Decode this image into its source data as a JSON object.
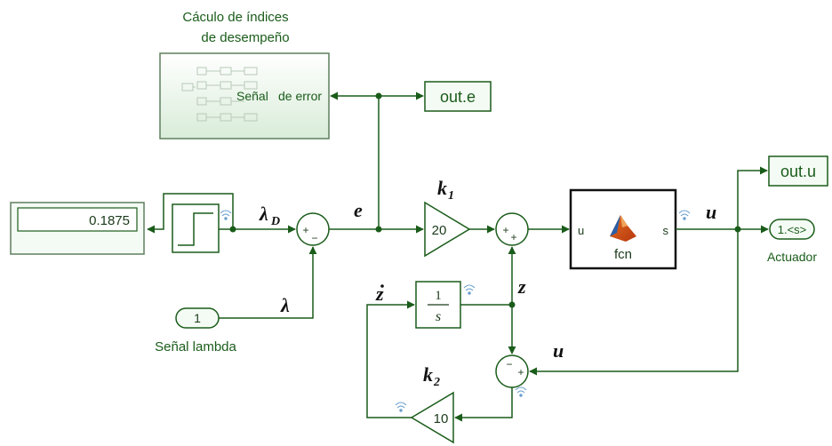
{
  "subsystem": {
    "title_line1": "Cáculo de índices",
    "title_line2": "de desempeño",
    "port_label_1": "Señal",
    "port_label_2": "de error"
  },
  "outports": {
    "out_e": "out.e",
    "out_u": "out.u",
    "actuador_port": "1.<s>",
    "actuador_label": "Actuador"
  },
  "display": {
    "value": "0.1875"
  },
  "inport": {
    "number": "1",
    "label": "Señal lambda"
  },
  "gains": {
    "k1_value": "20",
    "k2_value": "10"
  },
  "integrator": {
    "numerator": "1",
    "denominator": "s"
  },
  "fcn_block": {
    "name": "fcn",
    "input_port": "u",
    "output_port": "s"
  },
  "signals": {
    "lambda_d": "λ",
    "lambda_d_sub": "D",
    "lambda": "λ",
    "e": "e",
    "k1": "k",
    "k1_sub": "1",
    "k2": "k",
    "k2_sub": "2",
    "u_top": "u",
    "u_feedback": "u",
    "z": "z",
    "zdot": "z"
  },
  "sum_signs": {
    "sum1_top": "+",
    "sum1_bottom": "−",
    "sum2_top": "+",
    "sum2_bottom": "+",
    "sum3_top": "−",
    "sum3_bottom": "+"
  },
  "colors": {
    "wire": "#1a5c1a",
    "block_border": "#1a5c1a",
    "text_dark_green": "#1a5c1a",
    "fcn_icon_orange": "#e06f1f",
    "fcn_icon_blue": "#2a5fa8"
  }
}
